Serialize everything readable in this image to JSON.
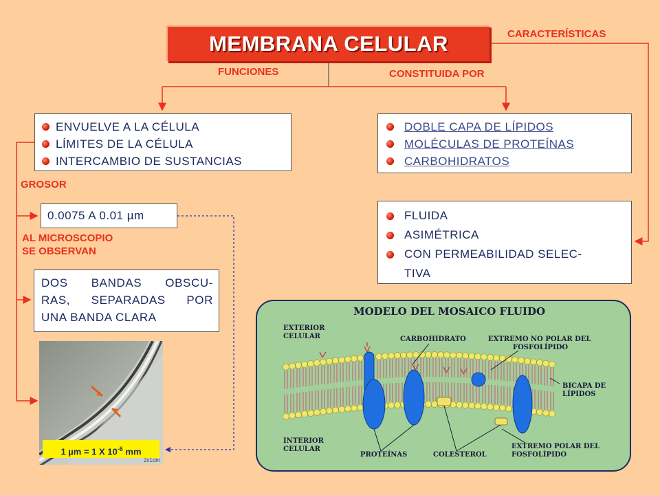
{
  "title": "MEMBRANA CELULAR",
  "labels": {
    "caracteristicas": "CARACTERÍSTICAS",
    "funciones": "FUNCIONES",
    "constituida": "CONSTITUIDA POR",
    "grosor": "GROSOR",
    "microscopio_1": "AL MICROSCOPIO",
    "microscopio_2": "SE OBSERVAN"
  },
  "funciones_items": [
    "ENVUELVE A LA CÉLULA",
    "LÍMITES DE LA CÉLULA",
    "INTERCAMBIO DE SUSTANCIAS"
  ],
  "constituida_items": [
    "DOBLE CAPA DE LÍPIDOS",
    "MOLÉCULAS DE PROTEÍNAS",
    "CARBOHIDRATOS"
  ],
  "caracteristicas_items": [
    "FLUIDA",
    "ASIMÉTRICA",
    "CON PERMEABILIDAD SELEC-",
    "TIVA"
  ],
  "grosor_value": "0.0075 A 0.01 µm",
  "observacion": [
    "DOS BANDAS OBSCU-",
    "RAS, SEPARADAS POR",
    "UNA BANDA CLARA"
  ],
  "scale_note": {
    "prefix": "1  µm = 1 X 10",
    "exp": "-6",
    "suffix": " mm"
  },
  "micrograph_caption": "2x1dm",
  "mosaic": {
    "title": "MODELO DEL MOSAICO FLUIDO",
    "exterior": [
      "EXTERIOR",
      "CELULAR"
    ],
    "interior": [
      "INTERIOR",
      "CELULAR"
    ],
    "carbohidrato": "CARBOHIDRATO",
    "no_polar": [
      "EXTREMO NO POLAR DEL",
      "FOSFOLÍPIDO"
    ],
    "bicapa": [
      "BICAPA DE",
      "LÍPIDOS"
    ],
    "proteinas": "PROTEÍNAS",
    "colesterol": "COLESTEROL",
    "polar": [
      "EXTREMO POLAR DEL",
      "FOSFOLÍPIDO"
    ]
  },
  "colors": {
    "background": "#fecf9c",
    "title_bg": "#e83a20",
    "accent_red": "#e8321e",
    "mosaic_bg": "#a3cf9a",
    "text_blue": "#1e2a60"
  }
}
